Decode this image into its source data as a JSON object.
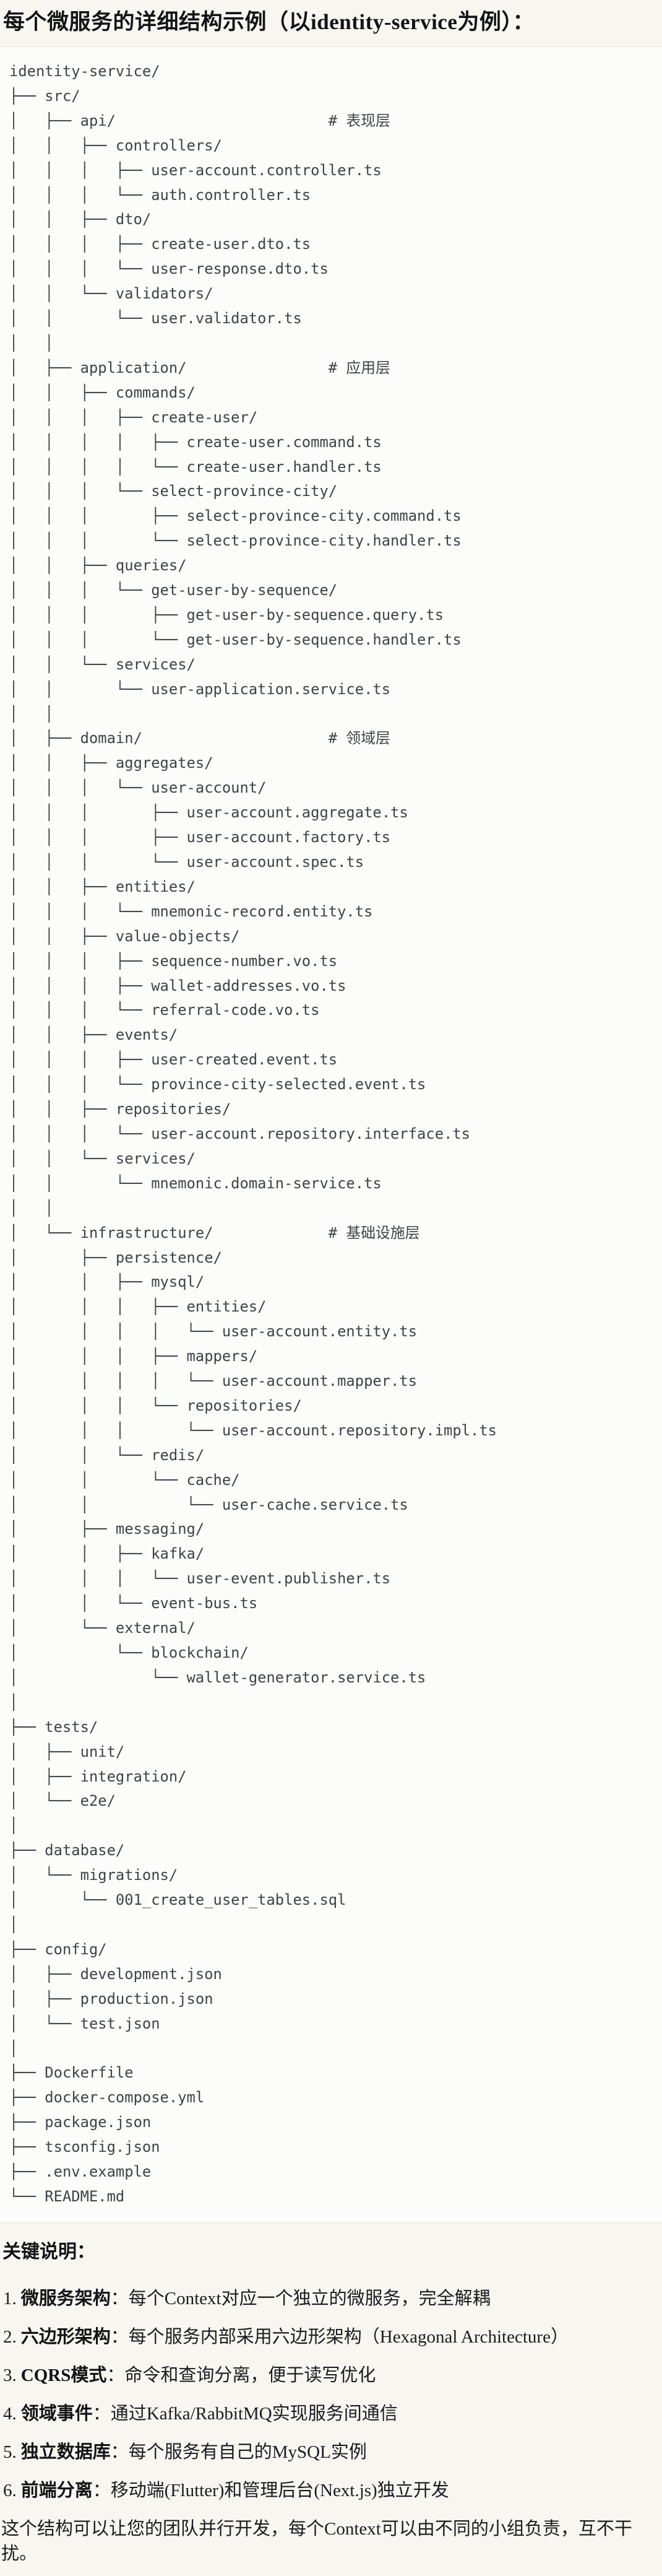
{
  "title": "每个微服务的详细结构示例（以identity-service为例）：",
  "colors": {
    "page_background": "#f7f6f1",
    "code_background": "#fcfcfa",
    "code_border": "#e5e3dc",
    "tree_text": "#3e4347",
    "body_text": "#1a1c1f"
  },
  "tree_lines": [
    "identity-service/",
    "├── src/",
    "│   ├── api/                        # 表现层",
    "│   │   ├── controllers/",
    "│   │   │   ├── user-account.controller.ts",
    "│   │   │   └── auth.controller.ts",
    "│   │   ├── dto/",
    "│   │   │   ├── create-user.dto.ts",
    "│   │   │   └── user-response.dto.ts",
    "│   │   └── validators/",
    "│   │       └── user.validator.ts",
    "│   │",
    "│   ├── application/                # 应用层",
    "│   │   ├── commands/",
    "│   │   │   ├── create-user/",
    "│   │   │   │   ├── create-user.command.ts",
    "│   │   │   │   └── create-user.handler.ts",
    "│   │   │   └── select-province-city/",
    "│   │   │       ├── select-province-city.command.ts",
    "│   │   │       └── select-province-city.handler.ts",
    "│   │   ├── queries/",
    "│   │   │   └── get-user-by-sequence/",
    "│   │   │       ├── get-user-by-sequence.query.ts",
    "│   │   │       └── get-user-by-sequence.handler.ts",
    "│   │   └── services/",
    "│   │       └── user-application.service.ts",
    "│   │",
    "│   ├── domain/                     # 领域层",
    "│   │   ├── aggregates/",
    "│   │   │   └── user-account/",
    "│   │   │       ├── user-account.aggregate.ts",
    "│   │   │       ├── user-account.factory.ts",
    "│   │   │       └── user-account.spec.ts",
    "│   │   ├── entities/",
    "│   │   │   └── mnemonic-record.entity.ts",
    "│   │   ├── value-objects/",
    "│   │   │   ├── sequence-number.vo.ts",
    "│   │   │   ├── wallet-addresses.vo.ts",
    "│   │   │   └── referral-code.vo.ts",
    "│   │   ├── events/",
    "│   │   │   ├── user-created.event.ts",
    "│   │   │   └── province-city-selected.event.ts",
    "│   │   ├── repositories/",
    "│   │   │   └── user-account.repository.interface.ts",
    "│   │   └── services/",
    "│   │       └── mnemonic.domain-service.ts",
    "│   │",
    "│   └── infrastructure/             # 基础设施层",
    "│       ├── persistence/",
    "│       │   ├── mysql/",
    "│       │   │   ├── entities/",
    "│       │   │   │   └── user-account.entity.ts",
    "│       │   │   ├── mappers/",
    "│       │   │   │   └── user-account.mapper.ts",
    "│       │   │   └── repositories/",
    "│       │   │       └── user-account.repository.impl.ts",
    "│       │   └── redis/",
    "│       │       └── cache/",
    "│       │           └── user-cache.service.ts",
    "│       ├── messaging/",
    "│       │   ├── kafka/",
    "│       │   │   └── user-event.publisher.ts",
    "│       │   └── event-bus.ts",
    "│       └── external/",
    "│           └── blockchain/",
    "│               └── wallet-generator.service.ts",
    "│",
    "├── tests/",
    "│   ├── unit/",
    "│   ├── integration/",
    "│   └── e2e/",
    "│",
    "├── database/",
    "│   └── migrations/",
    "│       └── 001_create_user_tables.sql",
    "│",
    "├── config/",
    "│   ├── development.json",
    "│   ├── production.json",
    "│   └── test.json",
    "│",
    "├── Dockerfile",
    "├── docker-compose.yml",
    "├── package.json",
    "├── tsconfig.json",
    "├── .env.example",
    "└── README.md"
  ],
  "notes": {
    "heading": "关键说明：",
    "items": [
      {
        "num": "1.",
        "label": "微服务架构",
        "text": "：每个Context对应一个独立的微服务，完全解耦"
      },
      {
        "num": "2.",
        "label": "六边形架构",
        "text": "：每个服务内部采用六边形架构（Hexagonal Architecture）"
      },
      {
        "num": "3.",
        "label": "CQRS模式",
        "text": "：命令和查询分离，便于读写优化"
      },
      {
        "num": "4.",
        "label": "领域事件",
        "text": "：通过Kafka/RabbitMQ实现服务间通信"
      },
      {
        "num": "5.",
        "label": "独立数据库",
        "text": "：每个服务有自己的MySQL实例"
      },
      {
        "num": "6.",
        "label": "前端分离",
        "text": "：移动端(Flutter)和管理后台(Next.js)独立开发"
      }
    ],
    "closing": "这个结构可以让您的团队并行开发，每个Context可以由不同的小组负责，互不干扰。"
  }
}
